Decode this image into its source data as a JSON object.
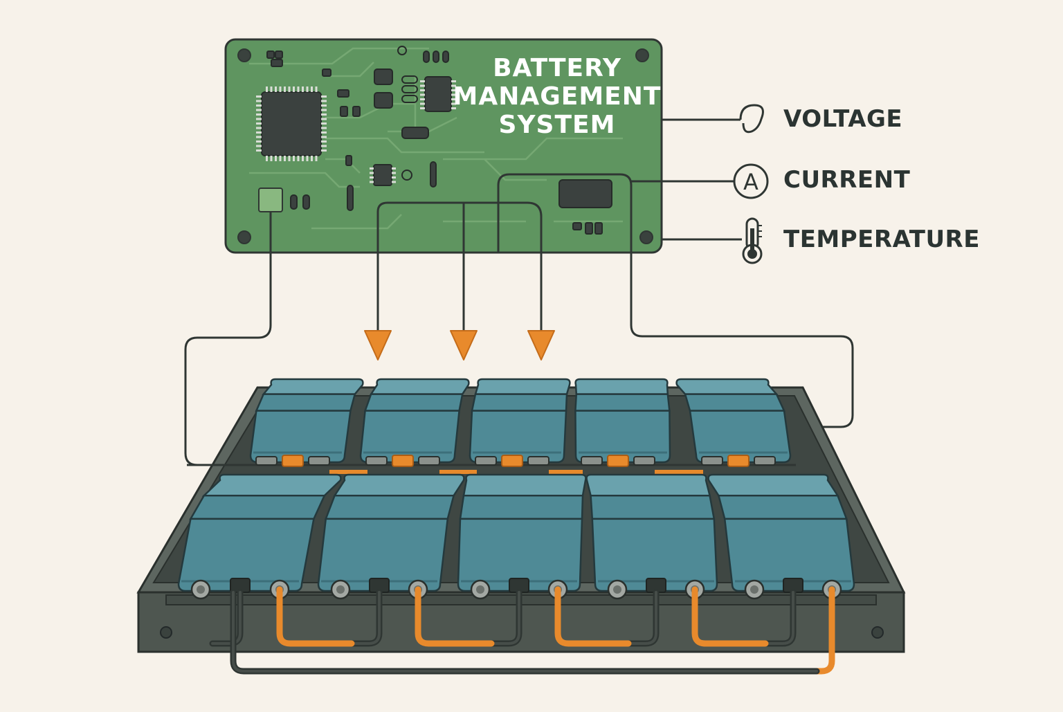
{
  "title_lines": [
    "BATTERY",
    "MANAGEMENT",
    "SYSTEM"
  ],
  "sensors": [
    {
      "label": "VOLTAGE",
      "icon": "voltage-probe-icon"
    },
    {
      "label": "CURRENT",
      "icon": "ammeter-icon",
      "glyph": "A"
    },
    {
      "label": "TEMPERATURE",
      "icon": "thermometer-icon"
    }
  ],
  "pack": {
    "rows": 2,
    "cells_per_row": 5
  },
  "colors": {
    "background": "#f7f2ea",
    "pcb": "#5f9560",
    "cell": "#4f8a96",
    "tray": "#4e5650",
    "arrow": "#e88a2c",
    "busbar": "#e88a2c",
    "wire": "#2f3633"
  }
}
